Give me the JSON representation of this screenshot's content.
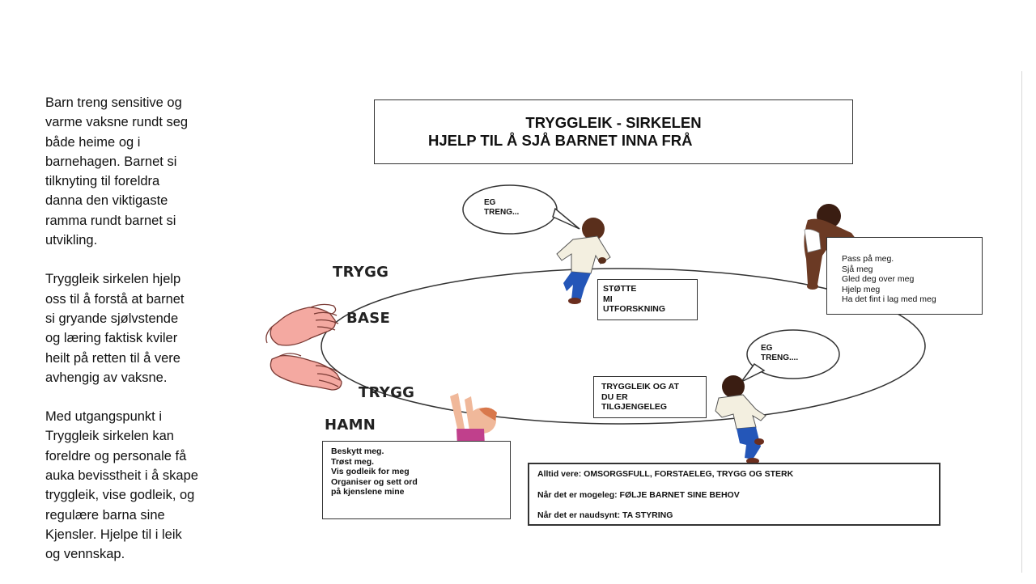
{
  "left_text": {
    "p1": [
      "Barn treng sensitive og",
      "varme vaksne rundt seg",
      "både heime og i",
      "barnehagen. Barnet si",
      "tilknyting til foreldra",
      "danna den viktigaste",
      "ramma rundt barnet si",
      "utvikling."
    ],
    "p2": [
      "Tryggleik sirkelen hjelp",
      "oss til å forstå at barnet",
      "si gryande  sjølvstende",
      "og læring faktisk kviler",
      "heilt på retten til å vere",
      "avhengig av vaksne."
    ],
    "p3": [
      "Med utgangspunkt i",
      "Tryggleik  sirkelen kan",
      "foreldre og personale få",
      "auka bevisstheit i å skape",
      "tryggleik, vise godleik, og",
      "regulære barna sine",
      "Kjensler. Hjelpe til i leik",
      "og vennskap."
    ]
  },
  "title": {
    "line1": "TRYGGLEIK - SIRKELEN",
    "line2": "HJELP TIL Å SJÅ BARNET INNA FRÅ"
  },
  "labels": {
    "trygg_base_1": "TRYGG",
    "trygg_base_2": "BASE",
    "trygg_hamn_1": "TRYGG",
    "trygg_hamn_2": "HAMN"
  },
  "bubbles": {
    "top": [
      "EG",
      "TRENG..."
    ],
    "right": [
      "EG",
      "TRENG...."
    ]
  },
  "boxes": {
    "stotte": [
      "STØTTE",
      "MI",
      "UTFORSKNING"
    ],
    "pass": [
      "Pass på meg.",
      "Sjå meg",
      "Gled deg over meg",
      "Hjelp meg",
      "Ha det fint i lag med meg"
    ],
    "tryggleik": [
      "TRYGGLEIK OG AT",
      "DU ER",
      "TILGJENGELEG"
    ],
    "beskytt": [
      "Beskytt meg.",
      "Trøst meg.",
      "Vis godleik for meg",
      "Organiser og sett ord",
      "på kjenslene mine"
    ],
    "bottom": [
      "Alltid vere: OMSORGSFULL, FORSTAELEG, TRYGG OG STERK",
      "Når det er mogeleg: FØLJE BARNET SINE BEHOV",
      "Når det er naudsynt: TA STYRING"
    ]
  },
  "colors": {
    "hand_fill": "#f4a9a1",
    "hand_stroke": "#7a3a34",
    "shirt": "#f3efe0",
    "pants": "#2456b8",
    "skin_dark": "#5a2f1c",
    "skin_light": "#f0b89a",
    "baby_top": "#c0408c"
  }
}
